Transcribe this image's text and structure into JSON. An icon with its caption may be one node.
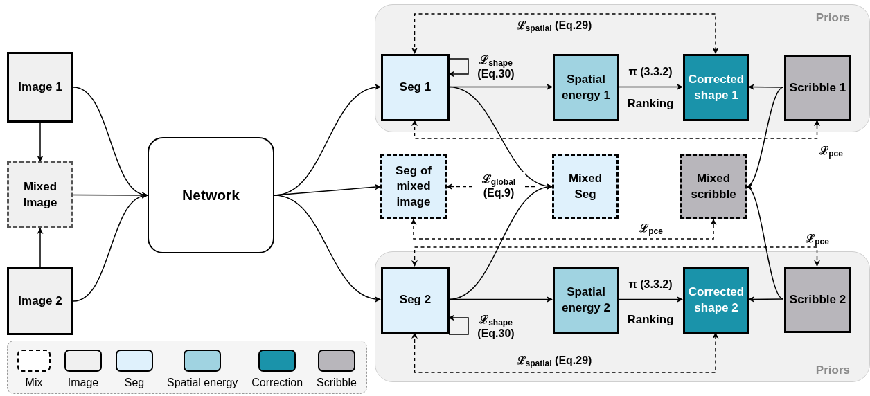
{
  "diagram": {
    "nodes": [
      {
        "text": [
          "Image 1"
        ]
      },
      {
        "text": [
          "Mixed Image"
        ]
      },
      {
        "text": [
          "Image 2"
        ]
      },
      {
        "text": [
          "Network"
        ]
      },
      {
        "text": [
          "Priors"
        ]
      },
      {
        "text": [
          "Seg 1"
        ],
        "in": 4
      },
      {
        "text": [
          "Spatial energy 1"
        ],
        "in": 4
      },
      {
        "text": [
          "Corrected shape 1"
        ],
        "in": 4
      },
      {
        "text": [
          "Scribble 1"
        ],
        "in": 4
      },
      {
        "text": [
          "Seg of mixed image"
        ]
      },
      {
        "text": [
          "Mixed Seg"
        ]
      },
      {
        "text": [
          "Mixed scribble"
        ]
      },
      {
        "text": [
          "Priors"
        ]
      },
      {
        "text": [
          "Seg 2"
        ],
        "in": 12
      },
      {
        "text": [
          "Spatial energy 2"
        ],
        "in": 12
      },
      {
        "text": [
          "Corrected shape 2"
        ],
        "in": 12
      },
      {
        "text": [
          "Scribble 2"
        ],
        "in": 12
      }
    ],
    "edges": [
      {
        "from": 0,
        "to": 1,
        "arrow": "to"
      },
      {
        "from": 2,
        "to": 1,
        "arrow": "to"
      },
      {
        "from": 0,
        "to": 3,
        "arrow": "to"
      },
      {
        "from": 1,
        "to": 3,
        "arrow": "to"
      },
      {
        "from": 2,
        "to": 3,
        "arrow": "to"
      },
      {
        "from": 3,
        "to": 5,
        "arrow": "to"
      },
      {
        "from": 3,
        "to": 9,
        "arrow": "to"
      },
      {
        "from": 3,
        "to": 13,
        "arrow": "to"
      },
      {
        "from": 5,
        "to": 10,
        "arrow": "to"
      },
      {
        "from": 13,
        "to": 10,
        "arrow": "to"
      },
      {
        "from": 10,
        "to": 9,
        "arrow": "to",
        "style": "dashed",
        "label": "ℒ$_{global}$ (Eq.9)"
      },
      {
        "from": 5,
        "to": 6,
        "arrow": "to"
      },
      {
        "from": 6,
        "to": 7,
        "arrow": "to",
        "label": "π (3.3.2)"
      },
      {
        "from": 8,
        "to": 7,
        "arrow": "to"
      },
      {
        "from": 5,
        "to": 5,
        "arrow": "to",
        "label": "ℒ$_{shape}$ (Eq.30)"
      },
      {
        "from": 5,
        "to": 7,
        "arrow": "both",
        "style": "dashed",
        "label": "ℒ$_{spatial}$ (Eq.29)"
      },
      {
        "from": 5,
        "to": 8,
        "arrow": "both",
        "style": "dashed",
        "label": "ℒ$_{pce}$"
      },
      {
        "from": 9,
        "to": 11,
        "arrow": "both",
        "style": "dashed",
        "label": "ℒ$_{pce}$"
      },
      {
        "from": 13,
        "to": 16,
        "arrow": "both",
        "style": "dashed",
        "label": "ℒ$_{pce}$"
      },
      {
        "from": 8,
        "to": 11,
        "arrow": "to"
      },
      {
        "from": 16,
        "to": 11,
        "arrow": "to"
      },
      {
        "from": 13,
        "to": 14,
        "arrow": "to"
      },
      {
        "from": 14,
        "to": 15,
        "arrow": "to",
        "label": "π (3.3.2)"
      },
      {
        "from": 16,
        "to": 15,
        "arrow": "to"
      },
      {
        "from": 13,
        "to": 13,
        "arrow": "to",
        "label": "ℒ$_{shape}$ (Eq.30)"
      },
      {
        "from": 13,
        "to": 15,
        "arrow": "both",
        "style": "dashed",
        "label": "ℒ$_{spatial}$ (Eq.29)"
      }
    ],
    "labels": [
      "Ranking",
      "Ranking"
    ],
    "legend": [
      {
        "text": "Mix"
      },
      {
        "text": "Image",
        "color": "#f0f0f0"
      },
      {
        "text": "Seg",
        "color": "#dff1fc"
      },
      {
        "text": "Spatial energy",
        "color": "#a0d3e1"
      },
      {
        "text": "Correction",
        "color": "#1a93aa"
      },
      {
        "text": "Scribble",
        "color": "#b8b6bb"
      }
    ]
  }
}
